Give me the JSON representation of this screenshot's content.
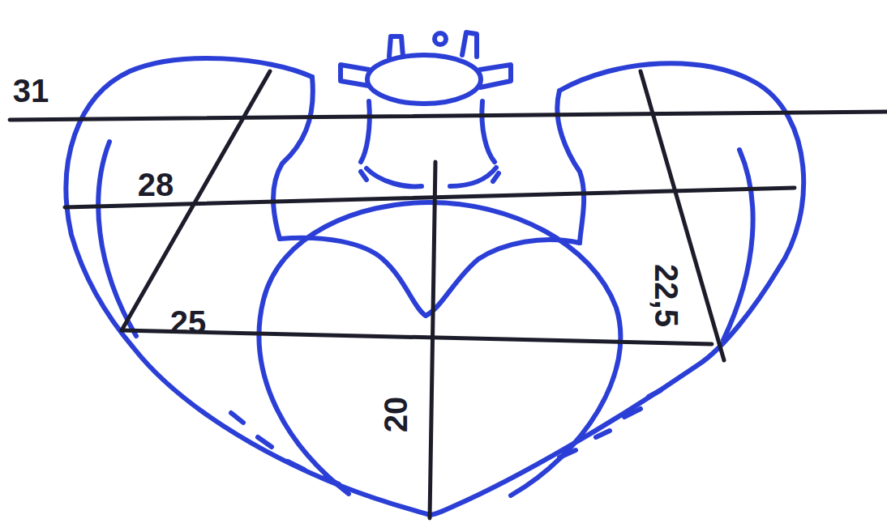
{
  "diagram": {
    "labels": [
      "31",
      "28",
      "25",
      "22,5",
      "20"
    ]
  }
}
